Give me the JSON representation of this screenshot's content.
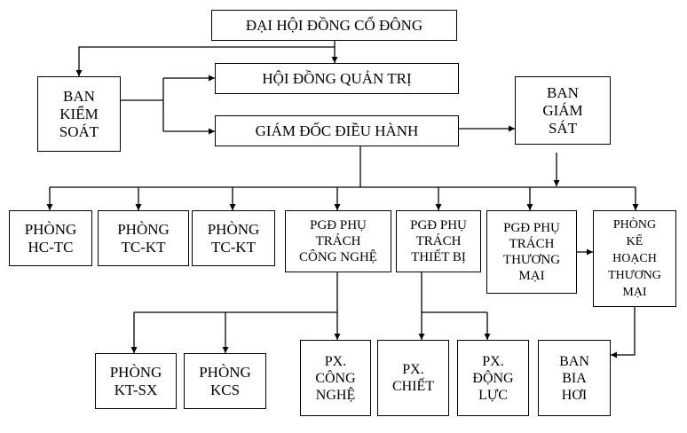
{
  "nodes": {
    "dai_hoi_dong_co_dong": "ĐẠI HỘI ĐỒNG CỔ ĐÔNG",
    "hoi_dong_quan_tri": "HỘI ĐỒNG QUẢN TRỊ",
    "giam_doc_dieu_hanh": "GIÁM ĐỐC ĐIỀU HÀNH",
    "ban_kiem_soat": "BAN\nKIỂM\nSOÁT",
    "ban_giam_sat": "BAN\nGIÁM\nSÁT",
    "phong_hc_tc": "PHÒNG\nHC-TC",
    "phong_tc_kt_1": "PHÒNG\nTC-KT",
    "phong_tc_kt_2": "PHÒNG\nTC-KT",
    "pgd_cong_nghe": "PGĐ PHỤ\nTRÁCH\nCÔNG NGHỆ",
    "pgd_thiet_bi": "PGĐ PHỤ\nTRÁCH\nTHIẾT BỊ",
    "pgd_thuong_mai": "PGĐ PHỤ\nTRÁCH\nTHƯƠNG\nMẠI",
    "phong_ke_hoach_thuong_mai": "PHÒNG\nKẾ\nHOẠCH\nTHƯƠNG\nMẠI",
    "phong_kt_sx": "PHÒNG\nKT-SX",
    "phong_kcs": "PHÒNG\nKCS",
    "px_cong_nghe": "PX.\nCÔNG\nNGHỆ",
    "px_chiet": "PX.\nCHIẾT",
    "px_dong_luc": "PX.\nĐỘNG\nLỰC",
    "ban_bia_hoi": "BAN\nBIA\nHƠI"
  },
  "colors": {
    "line": "#000000",
    "box_border": "#000000",
    "text": "#000000",
    "background": "#ffffff"
  }
}
